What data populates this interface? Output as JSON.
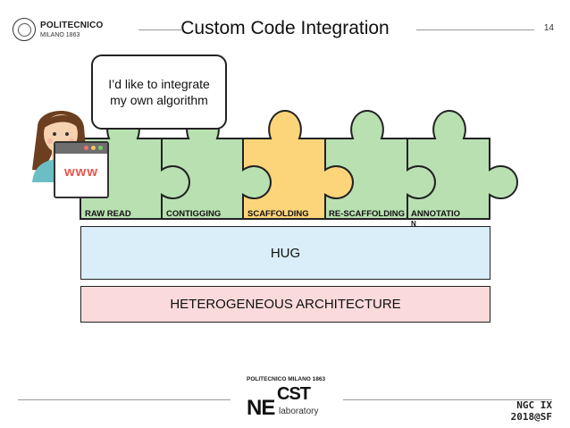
{
  "header": {
    "logo_name": "POLITECNICO",
    "logo_sub": "MILANO 1863",
    "title": "Custom Code Integration",
    "page_number": "14"
  },
  "speech_bubble": {
    "line1": "I’d like to integrate",
    "line2": "my own algorithm"
  },
  "browser_window": {
    "text": "www"
  },
  "puzzle": {
    "pieces": [
      {
        "label": "RAW READ",
        "color": "#b8e0b1"
      },
      {
        "label": "CONTIGGING",
        "color": "#b8e0b1"
      },
      {
        "label": "SCAFFOLDING",
        "color": "#fcd47a"
      },
      {
        "label": "RE-SCAFFOLDING",
        "color": "#b8e0b1"
      },
      {
        "label": "ANNOTATIO",
        "label_wrap": "N",
        "color": "#b8e0b1"
      }
    ]
  },
  "layers": {
    "hug": "HUG",
    "heterogeneous": "HETEROGENEOUS ARCHITECTURE"
  },
  "footer": {
    "logo_top": "POLITECNICO MILANO 1863",
    "logo_ne": "NE",
    "logo_cst": "CST",
    "logo_lab": "laboratory",
    "event_line1": "NGC IX",
    "event_line2": "2018@SF"
  },
  "colors": {
    "green_piece": "#b8e0b1",
    "highlight_piece": "#fcd47a",
    "hug_bg": "#d9eef9",
    "arch_bg": "#fadada"
  }
}
